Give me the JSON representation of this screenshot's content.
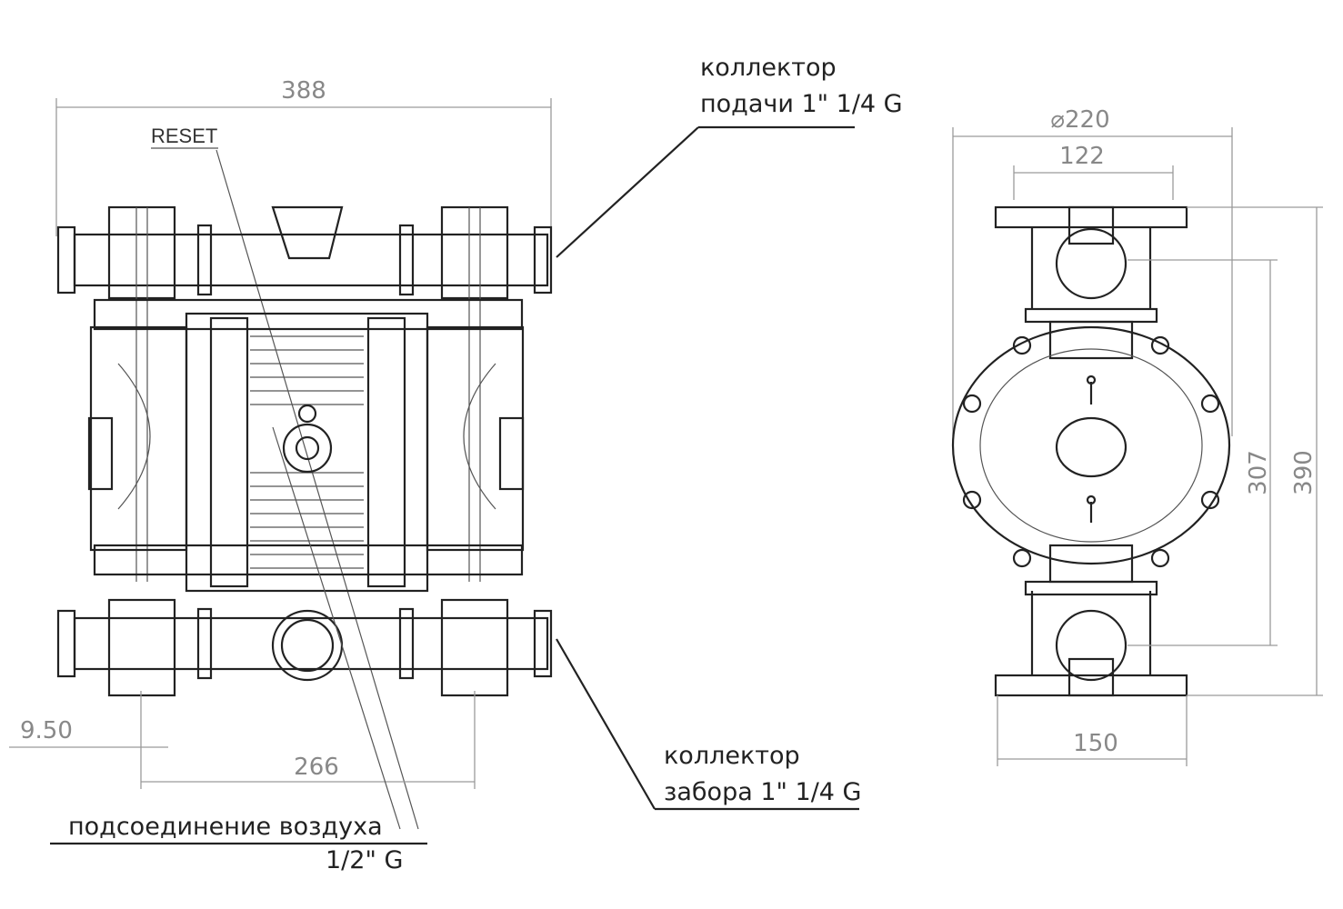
{
  "title": "Pump dimensional drawing",
  "front_view": {
    "dim_width": "388",
    "dim_inlet_spacing": "266",
    "dim_offset": "9.50",
    "reset_label": "RESET",
    "outlet_label_line1": "коллектор",
    "outlet_label_line2": "подачи 1\" 1/4 G",
    "inlet_label_line1": "коллектор",
    "inlet_label_line2": "забора 1\" 1/4 G",
    "air_label_line1": "подсоединение воздуха",
    "air_label_line2": "1/2\" G"
  },
  "side_view": {
    "dim_diameter": "⌀220",
    "dim_flange_holes": "122",
    "dim_ports": "307",
    "dim_height": "390",
    "dim_base": "150"
  }
}
